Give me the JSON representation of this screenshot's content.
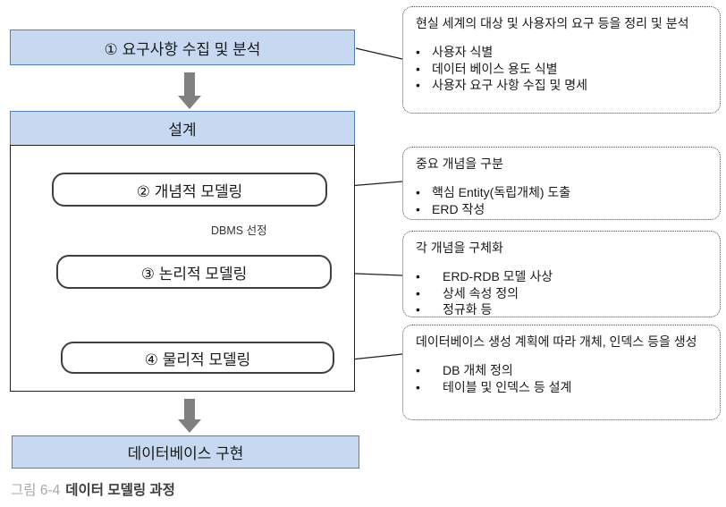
{
  "flow": {
    "step1_label": "① 요구사항 수집 및 분석",
    "design_label": "설계",
    "step2_label": "② 개념적 모델링",
    "dbms_label": "DBMS 선정",
    "step3_label": "③ 논리적 모델링",
    "step4_label": "④ 물리적 모델링",
    "final_label": "데이터베이스 구현"
  },
  "annotations": [
    {
      "title": "현실 세계의 대상 및 사용자의 요구 등을 정리 및 분석",
      "bullets": [
        "사용자 식별",
        "데이터 베이스 용도 식별",
        "사용자 요구 사항 수집 및 명세"
      ]
    },
    {
      "title": "중요 개념을 구분",
      "bullets": [
        "핵심 Entity(독립개체) 도출",
        "ERD 작성"
      ]
    },
    {
      "title": "각 개념을 구체화",
      "bullets": [
        "ERD-RDB 모델 사상",
        "상세 속성 정의",
        "정규화 등"
      ]
    },
    {
      "title": "데이터베이스 생성 계획에 따라 개체, 인덱스 등을 생성",
      "bullets": [
        "DB 개체 정의",
        "테이블 및 인덱스 등 설계"
      ]
    }
  ],
  "caption": {
    "prefix": "그림 6-4",
    "title": "데이터 모델링 과정"
  },
  "colors": {
    "box_fill": "#c6d9f1",
    "box_border": "#4f81bd",
    "arrow_gray": "#808080",
    "line_black": "#1f1f1f",
    "caption_gray": "#a9a9a9"
  }
}
